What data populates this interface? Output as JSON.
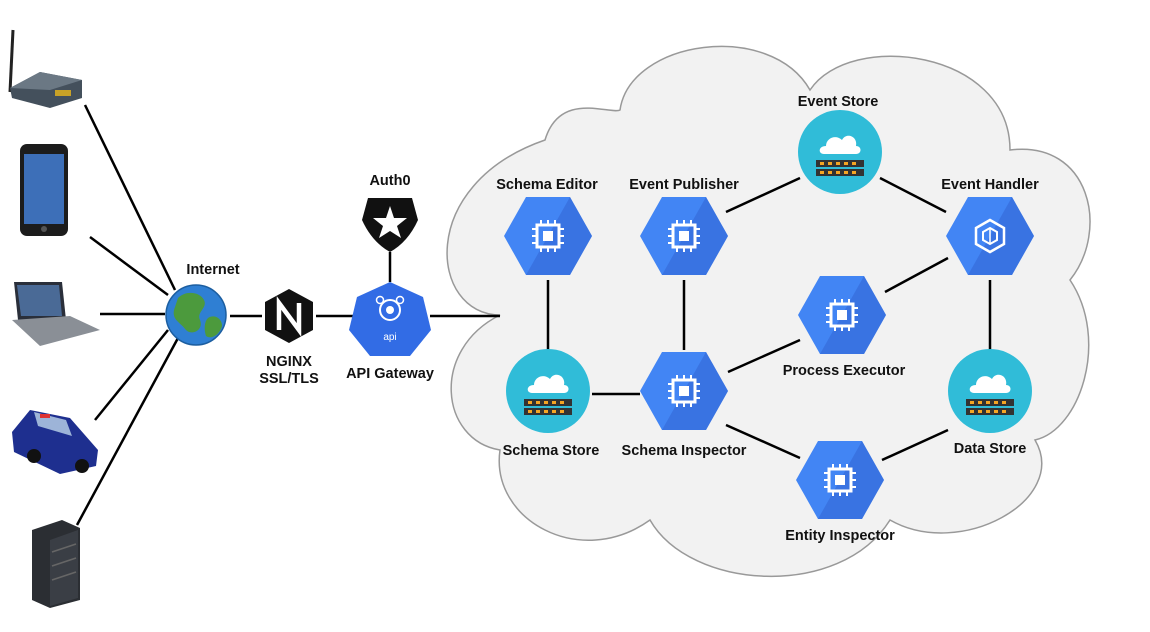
{
  "diagram": {
    "colors": {
      "hex_blue": "#4285f4",
      "hex_blue_dark": "#3367d6",
      "store_teal": "#30bcd8",
      "cloud_fill": "#f2f2f2",
      "cloud_stroke": "#999999",
      "line": "#000000"
    },
    "labels": {
      "internet": "Internet",
      "nginx_line1": "NGINX",
      "nginx_line2": "SSL/TLS",
      "auth0": "Auth0",
      "api_gateway": "API Gateway",
      "api_badge": "api",
      "schema_editor": "Schema Editor",
      "event_publisher": "Event Publisher",
      "event_store": "Event Store",
      "event_handler": "Event Handler",
      "process_executor": "Process Executor",
      "schema_store": "Schema Store",
      "schema_inspector": "Schema Inspector",
      "data_store": "Data Store",
      "entity_inspector": "Entity Inspector"
    },
    "icons": {
      "clients": [
        "wifi-router-icon",
        "smartphone-icon",
        "laptop-icon",
        "police-car-icon",
        "server-rack-icon"
      ],
      "internet": "globe-icon",
      "nginx": "nginx-icon",
      "auth0": "auth0-icon",
      "api_gateway": "api-gateway-icon",
      "compute": "cpu-chip-icon",
      "store": "cloud-storage-icon",
      "event_handler": "cube-icon"
    }
  }
}
